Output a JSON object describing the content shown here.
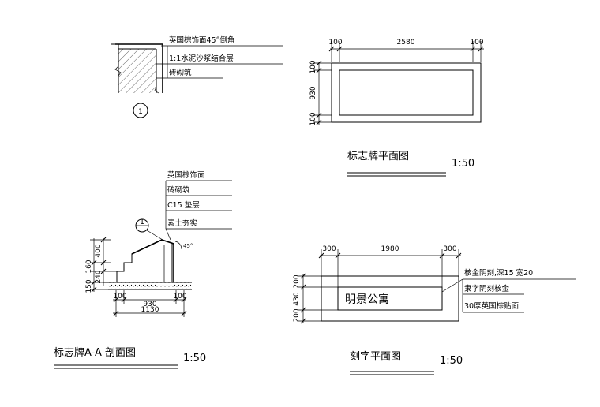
{
  "detail1": {
    "callouts": [
      "英国棕饰面45°倒角",
      "1:1水泥沙浆结合层",
      "砖砌筑"
    ],
    "number": "1"
  },
  "plan": {
    "dims_top": [
      "100",
      "2580",
      "100"
    ],
    "dims_left": [
      "100",
      "930",
      "100"
    ],
    "title": "标志牌平面图",
    "scale": "1:50"
  },
  "section": {
    "callouts": [
      "英国棕饰面",
      "砖砌筑",
      "C15 垫层",
      "素土夯实"
    ],
    "dims_left": [
      "400",
      "160",
      "240",
      "150"
    ],
    "dims_bottom": [
      "100",
      "930",
      "100"
    ],
    "dim_total": "1130",
    "ref_mark": "1",
    "angle_mark": "45°",
    "title": "标志牌A-A 剖面图",
    "scale": "1:50"
  },
  "engraving": {
    "dims_top": [
      "300",
      "1980",
      "300"
    ],
    "dims_left": [
      "200",
      "430",
      "200"
    ],
    "text": "明景公寓",
    "callouts": [
      "核金阴刻,深15 宽20",
      "隶字阴刻核金",
      "30厚英国棕贴面"
    ],
    "title": "刻字平面图",
    "scale": "1:50"
  }
}
